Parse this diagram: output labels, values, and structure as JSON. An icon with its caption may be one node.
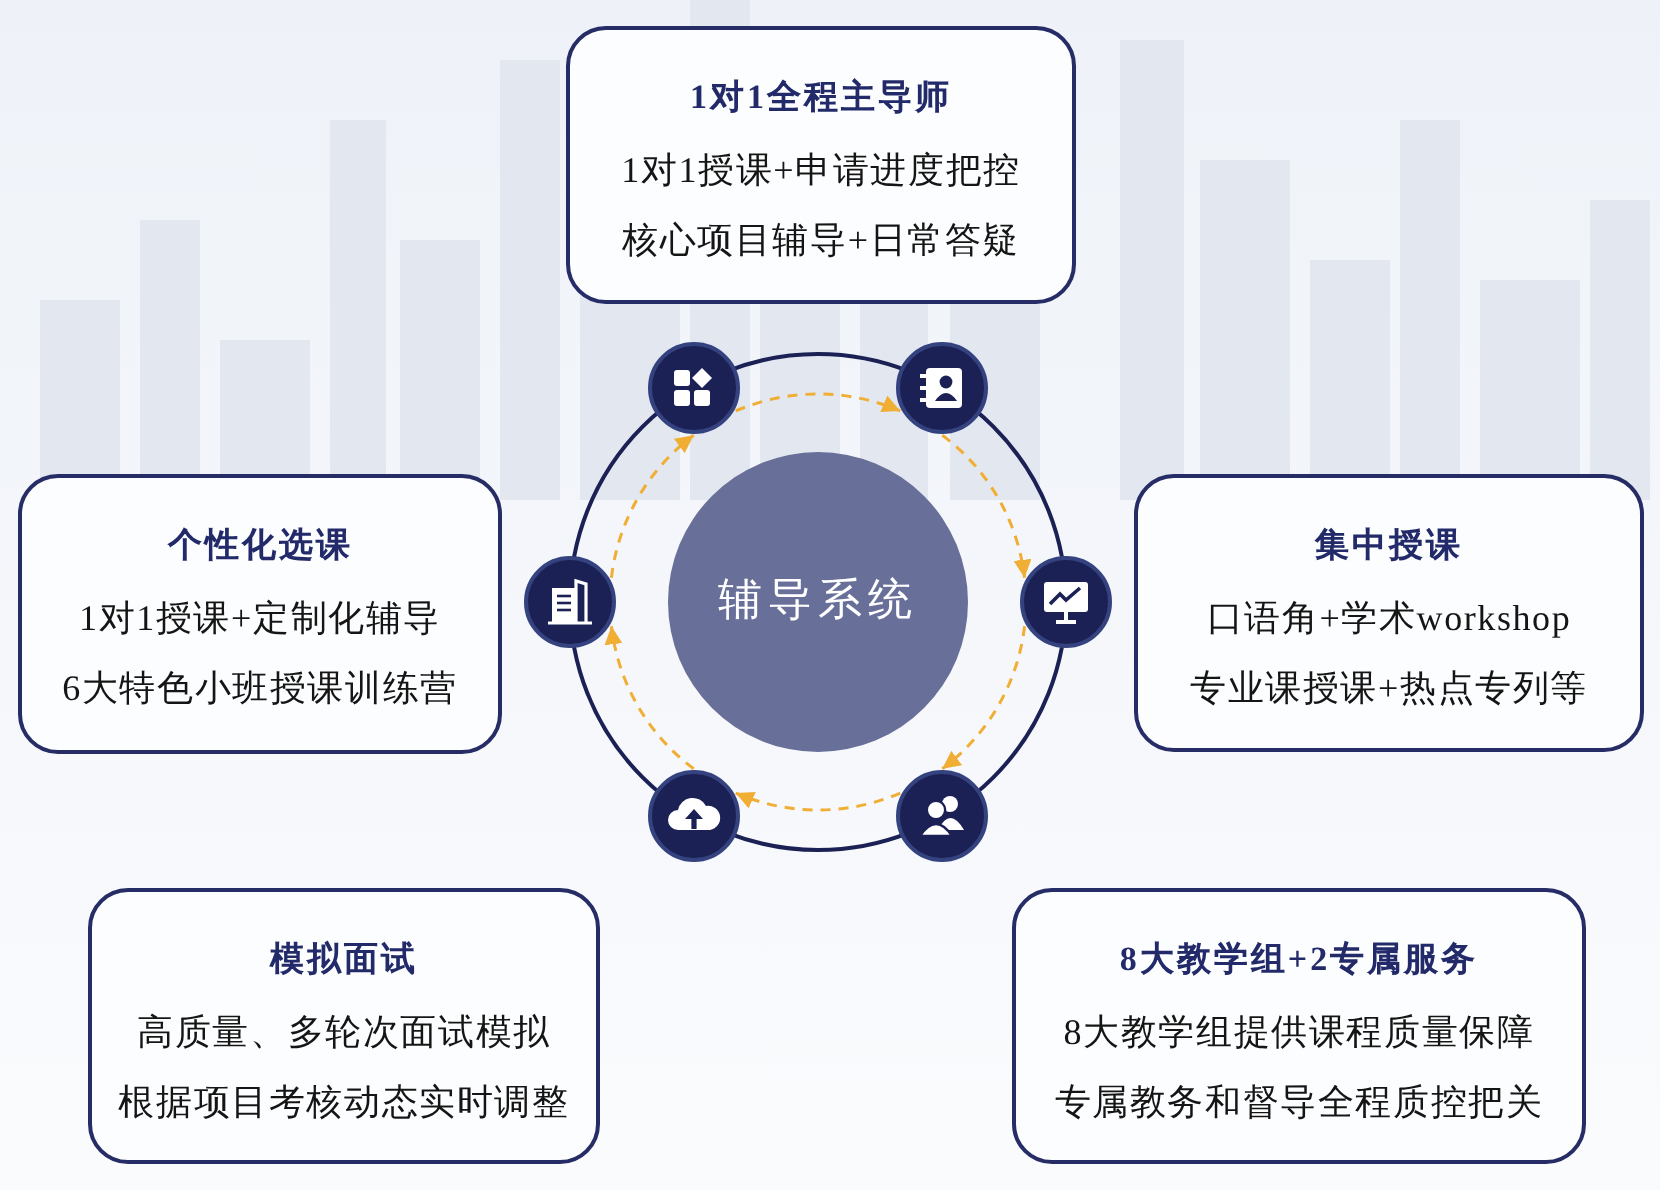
{
  "diagram": {
    "nodes": [
      {
        "text": [
          "1对1全程主导师",
          "1对1授课+申请进度把控",
          "核心项目辅导+日常答疑"
        ]
      },
      {
        "text": [
          "个性化选课",
          "1对1授课+定制化辅导",
          "6大特色小班授课训练营"
        ]
      },
      {
        "text": [
          "辅导系统"
        ]
      },
      {
        "text": [
          "集中授课",
          "口语角+学术workshop",
          "专业课授课+热点专列等"
        ]
      },
      {
        "text": [
          "模拟面试",
          "高质量、多轮次面试模拟",
          "根据项目考核动态实时调整"
        ]
      },
      {
        "text": [
          "8大教学组+2专属服务",
          "8大教学组提供课程质量保障",
          "专属教务和督导全程质控把关"
        ]
      },
      {
        "text": [],
        "shape": "circle"
      },
      {
        "text": [],
        "shape": "circle"
      },
      {
        "text": [],
        "shape": "circle"
      },
      {
        "text": [],
        "shape": "circle"
      },
      {
        "text": [],
        "shape": "circle"
      },
      {
        "text": [],
        "shape": "circle"
      }
    ],
    "edges": [
      {
        "from": 6,
        "to": 7,
        "arrow": "to",
        "style": "dashed"
      },
      {
        "from": 7,
        "to": 9,
        "arrow": "to",
        "style": "dashed"
      },
      {
        "from": 9,
        "to": 11,
        "arrow": "to",
        "style": "dashed"
      },
      {
        "from": 11,
        "to": 10,
        "arrow": "to",
        "style": "dashed"
      },
      {
        "from": 10,
        "to": 8,
        "arrow": "to",
        "style": "dashed"
      },
      {
        "from": 8,
        "to": 6,
        "arrow": "to",
        "style": "dashed"
      }
    ]
  }
}
